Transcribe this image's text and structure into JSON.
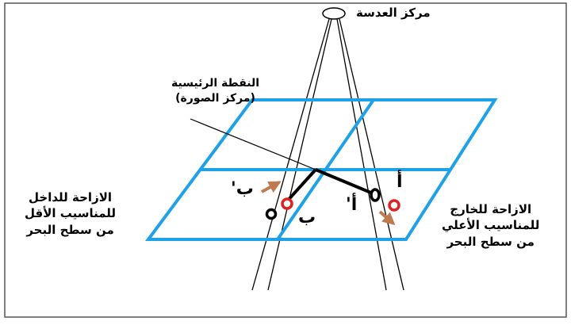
{
  "labels": {
    "lens_center": "مركز العدسة",
    "principal_point": [
      "النقطة الرئيسية",
      "(مركز الصورة)"
    ],
    "inward_shift": [
      "الازاحة للداخل",
      "للمناسيب الأقل",
      "من سطح البحر"
    ],
    "outward_shift": [
      "الازاحة للخارج",
      "للمناسيب الأعلي",
      "من سطح البحر"
    ]
  },
  "points": {
    "a": "أ",
    "a_prime": "أ'",
    "b": "ب",
    "b_prime": "ب'"
  },
  "colors": {
    "plane": "#1ea1e6",
    "shift_arrow": "#c07a50",
    "elevated_point": "#e02020",
    "ground_point": "#000000"
  }
}
